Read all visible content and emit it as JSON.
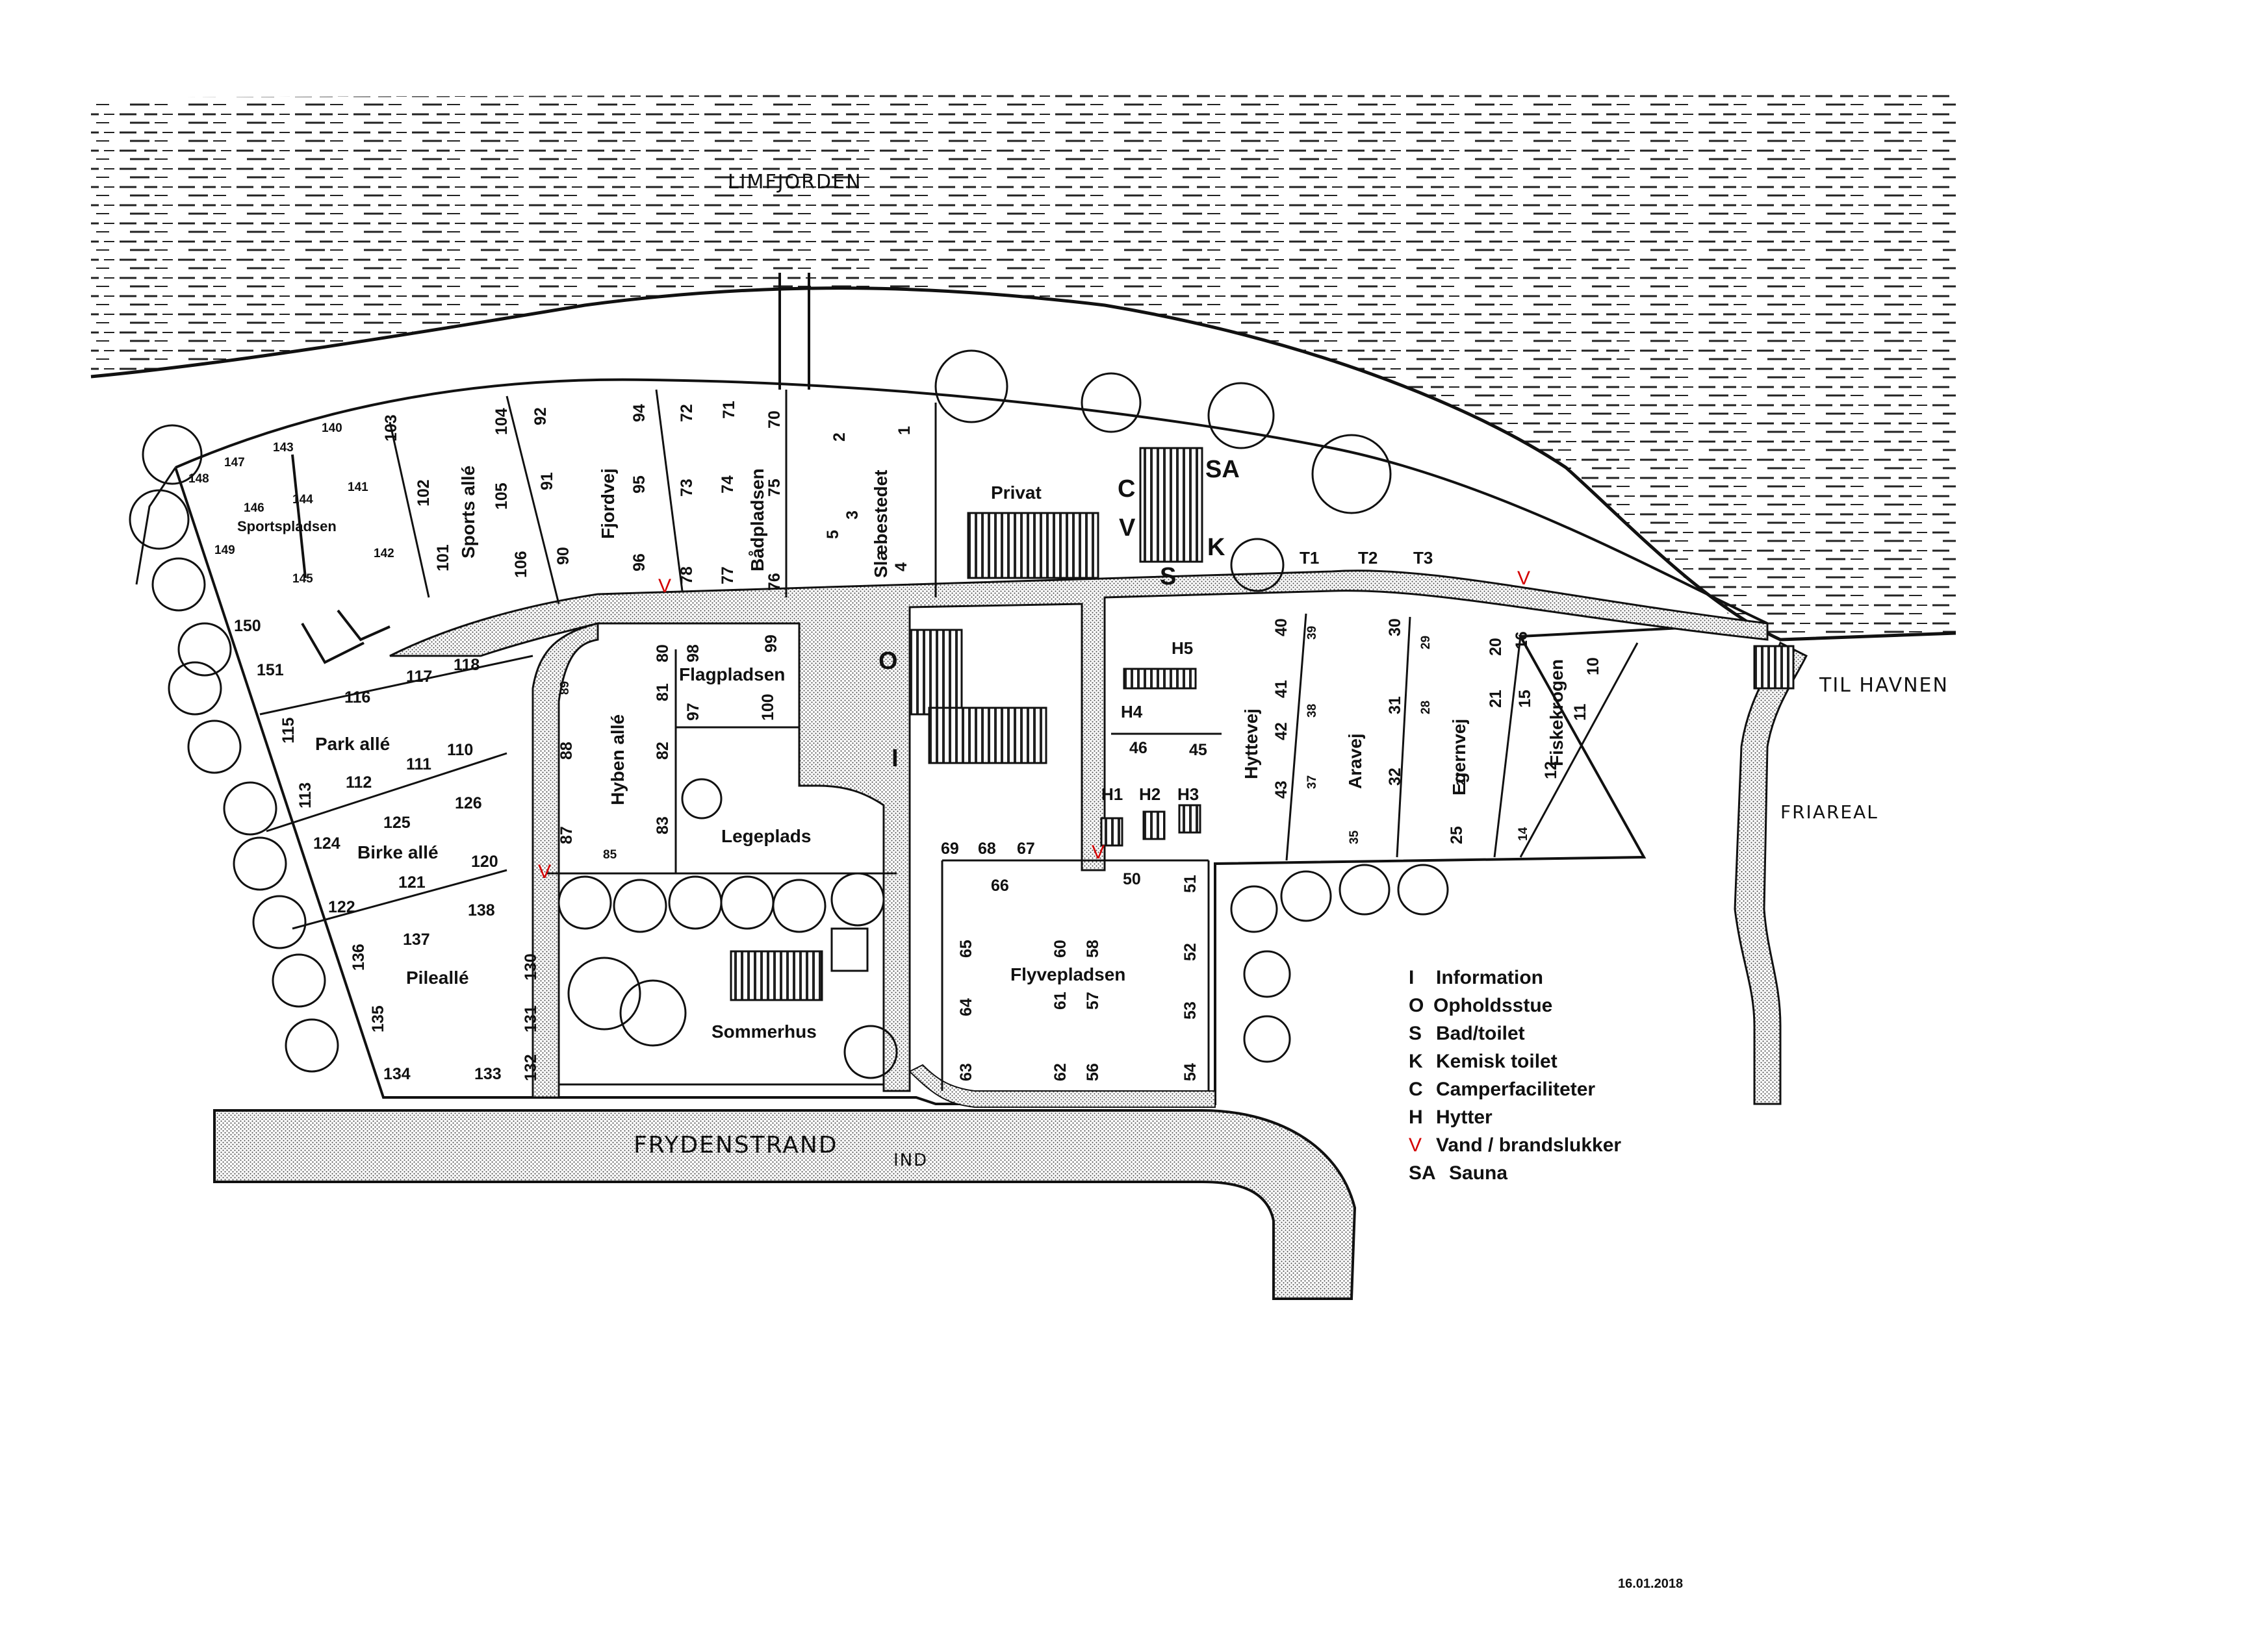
{
  "water_name": "LIMFJORDEN",
  "road_name": "FRYDENSTRAND",
  "entrance": "IND",
  "harbour_link": "TIL HAVNEN",
  "open_area": "FRIAREAL",
  "areas": {
    "sportspladsen": "Sportspladsen",
    "sports_alle": "Sports allé",
    "fjordvej": "Fjordvej",
    "badpladsen": "Bådpladsen",
    "slaebestedet": "Slæbestedet",
    "privat": "Privat",
    "park_alle": "Park allé",
    "birke_alle": "Birke allé",
    "pilealle": "Pileallé",
    "hyben_alle": "Hyben allé",
    "flagpladsen": "Flagpladsen",
    "legeplads": "Legeplads",
    "sommerhus": "Sommerhus",
    "flyvepladsen": "Flyvepladsen",
    "hyttevej": "Hyttevej",
    "aravej": "Aravej",
    "egernvej": "Egernvej",
    "fiskekrogen": "Fiskekrogen"
  },
  "facility_letters": {
    "C": "C",
    "SA": "SA",
    "V": "V",
    "K": "K",
    "S": "S",
    "O": "O",
    "I": "I",
    "H1": "H1",
    "H2": "H2",
    "H3": "H3",
    "H4": "H4",
    "H5": "H5",
    "T1": "T1",
    "T2": "T2",
    "T3": "T3"
  },
  "water_marker": "V",
  "plots": [
    "1",
    "2",
    "3",
    "4",
    "5",
    "10",
    "11",
    "12",
    "14",
    "15",
    "16",
    "20",
    "21",
    "25",
    "27",
    "28",
    "29",
    "30",
    "31",
    "32",
    "35",
    "37",
    "38",
    "39",
    "40",
    "41",
    "42",
    "43",
    "45",
    "46",
    "50",
    "51",
    "52",
    "53",
    "54",
    "56",
    "57",
    "58",
    "60",
    "61",
    "62",
    "63",
    "64",
    "65",
    "66",
    "67",
    "68",
    "69",
    "70",
    "71",
    "72",
    "73",
    "74",
    "75",
    "76",
    "77",
    "78",
    "80",
    "81",
    "82",
    "83",
    "85",
    "87",
    "88",
    "89",
    "90",
    "91",
    "92",
    "94",
    "95",
    "96",
    "97",
    "98",
    "99",
    "100",
    "101",
    "102",
    "103",
    "104",
    "105",
    "106",
    "110",
    "111",
    "112",
    "113",
    "115",
    "116",
    "117",
    "118",
    "120",
    "121",
    "122",
    "124",
    "125",
    "126",
    "130",
    "131",
    "132",
    "133",
    "134",
    "135",
    "136",
    "137",
    "138",
    "140",
    "141",
    "142",
    "143",
    "144",
    "145",
    "146",
    "147",
    "148",
    "149",
    "150",
    "151"
  ],
  "legend": [
    {
      "key": "I",
      "text": "Information"
    },
    {
      "key": "O",
      "text": "Opholdsstue"
    },
    {
      "key": "S",
      "text": "Bad/toilet"
    },
    {
      "key": "K",
      "text": "Kemisk toilet"
    },
    {
      "key": "C",
      "text": "Camperfaciliteter"
    },
    {
      "key": "H",
      "text": "Hytter"
    },
    {
      "key": "V",
      "text": "Vand / brandslukker"
    },
    {
      "key": "SA",
      "text": "Sauna"
    }
  ],
  "date": "16.01.2018",
  "colors": {
    "ink": "#111111",
    "water_marker": "#d40000",
    "path_fill": "#c8c8c8",
    "paper": "#ffffff"
  }
}
